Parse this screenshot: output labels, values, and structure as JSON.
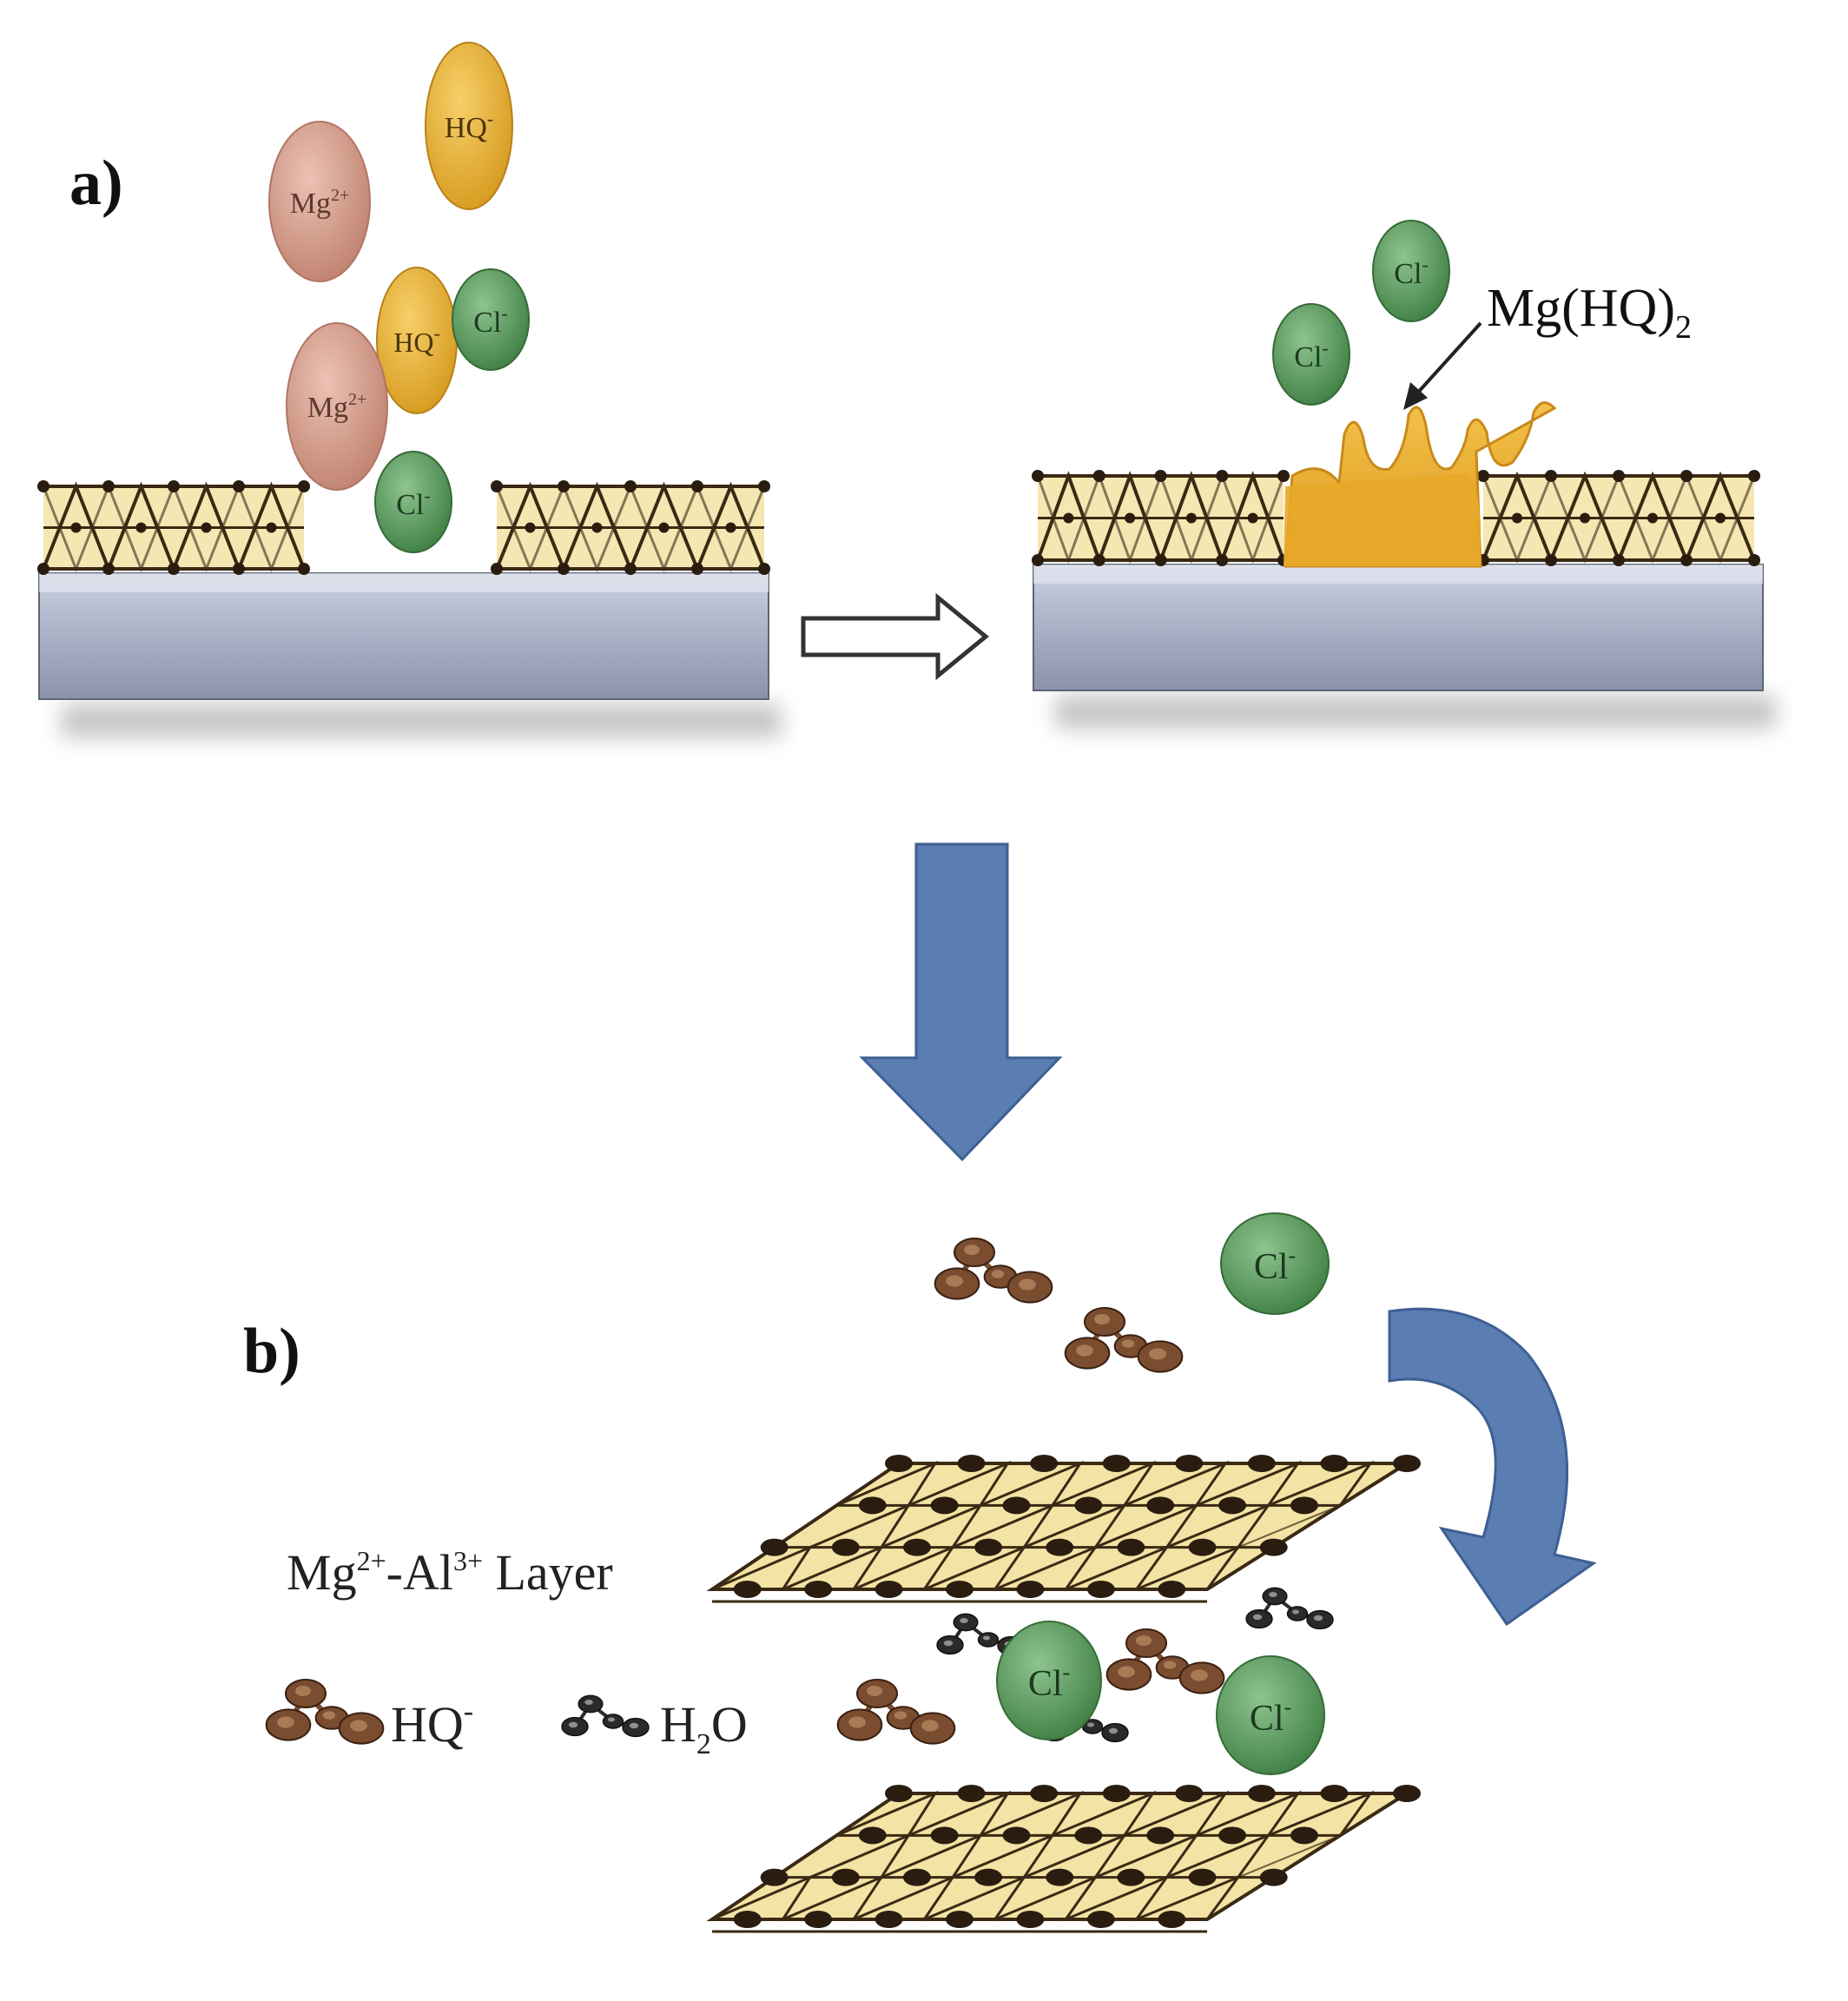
{
  "panel_a": {
    "label": "a)",
    "ions": {
      "mg": "Mg",
      "mg_charge": "2+",
      "hq": "HQ",
      "hq_charge": "-",
      "cl": "Cl",
      "cl_charge": "-"
    },
    "product_label": "Mg(HQ)",
    "product_subscript": "2"
  },
  "panel_b": {
    "label": "b)",
    "layer_label": {
      "mg": "Mg",
      "mg_charge": "2+",
      "sep": "-Al",
      "al_charge": "3+",
      "tail": " Layer"
    },
    "legend": {
      "hq": "HQ",
      "hq_charge": "-",
      "h2o_h": "H",
      "h2o_sub": "2",
      "h2o_o": "O"
    }
  },
  "colors": {
    "substrate": "#aeb5c8",
    "lattice_fill": "#f3e3a4",
    "lattice_node": "#2a1d10",
    "mg_ion": "#d8a090",
    "hq_ion": "#eab43c",
    "cl_ion": "#5a9a5c",
    "product": "#e8aa2e",
    "big_arrow": "#5a7db2",
    "hq_molecule": "#7a4c30",
    "h2o_molecule": "#2c2a28"
  }
}
